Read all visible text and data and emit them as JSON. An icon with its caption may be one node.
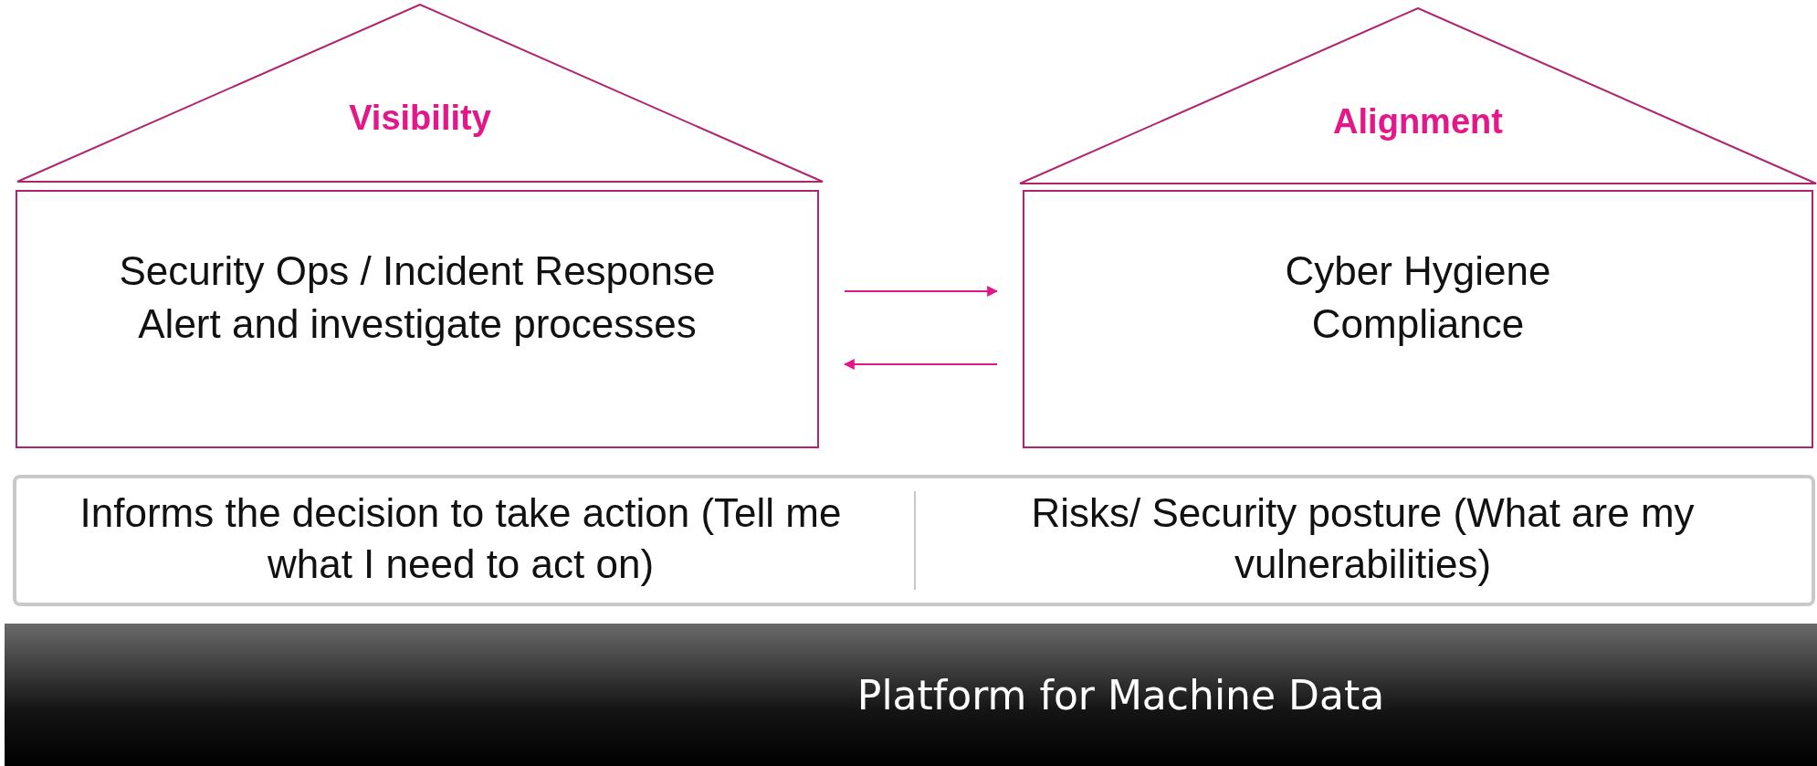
{
  "diagram": {
    "nodes": [
      {
        "text": [
          "Visibility"
        ]
      },
      {
        "text": [
          "Alignment"
        ]
      },
      {
        "text": [
          "Security Ops / Incident Response",
          "Alert and investigate processes"
        ]
      },
      {
        "text": [
          "Cyber Hygiene",
          "Compliance"
        ]
      },
      {
        "text": [
          "Informs the decision to take action (Tell me what I need to act on)",
          "Risks/ Security posture (What are my vulnerabilities)"
        ]
      },
      {
        "text": [
          "Platform for Machine Data"
        ]
      }
    ],
    "edges": [
      {
        "from": 2,
        "to": 3,
        "arrow": "to"
      },
      {
        "from": 3,
        "to": 2,
        "arrow": "to"
      }
    ]
  }
}
